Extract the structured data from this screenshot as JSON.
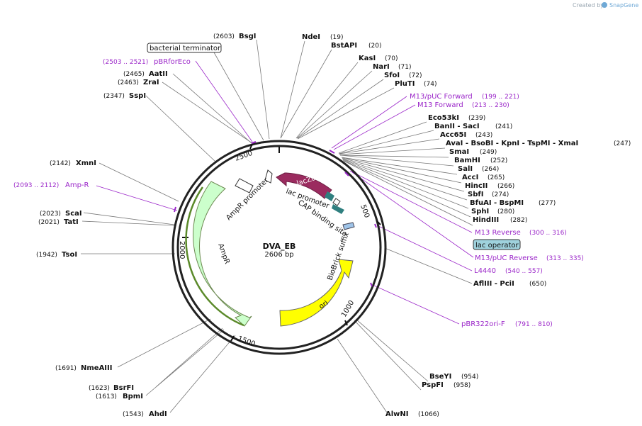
{
  "app": {
    "created_by_label": "Created by",
    "brand_name": "SnapGene",
    "brand_color": "#6fa9d6"
  },
  "plasmid": {
    "name": "DVA_EB",
    "size_label": "2606 bp"
  },
  "ruler": {
    "ticks": [
      "500",
      "1000",
      "1500",
      "2000",
      "2500"
    ]
  },
  "features": {
    "lacZa": "lacZα",
    "lac_promoter": "lac promoter",
    "cap_binding_site": "CAP binding site",
    "biobrick_suffix": "BioBrick suffix",
    "ori": "ori",
    "ampr": "AmpR",
    "ampr_promoter": "AmpR promoter",
    "bacterial_terminator": "bacterial terminator",
    "lac_operator": "lac operator"
  },
  "colors": {
    "lacZa": "#9b2b5f",
    "ori": "#ffff00",
    "ampr": "#ccffcc",
    "ampr_edge": "#5b8a2a",
    "primer": "#9b27c9",
    "lac_operator": "#9fd2dd",
    "cap_site": "#2f7f7f"
  },
  "labels": {
    "bsgi": {
      "name": "BsgI",
      "pos": "(2603)"
    },
    "ndei": {
      "name": "NdeI",
      "pos": "(19)"
    },
    "bstapi": {
      "name": "BstAPI",
      "pos": "(20)"
    },
    "kasi": {
      "name": "KasI",
      "pos": "(70)"
    },
    "nari": {
      "name": "NarI",
      "pos": "(71)"
    },
    "sfoi": {
      "name": "SfoI",
      "pos": "(72)"
    },
    "pluti": {
      "name": "PluTI",
      "pos": "(74)"
    },
    "eco53ki": {
      "name": "Eco53kI",
      "pos": "(239)"
    },
    "banii_saci": {
      "name": "BanII - SacI",
      "pos": "(241)"
    },
    "acc65i": {
      "name": "Acc65I",
      "pos": "(243)"
    },
    "multi247": {
      "name": "AvaI - BsoBI - KpnI - TspMI - XmaI",
      "pos": "(247)"
    },
    "smai": {
      "name": "SmaI",
      "pos": "(249)"
    },
    "bamhi": {
      "name": "BamHI",
      "pos": "(252)"
    },
    "sali": {
      "name": "SalI",
      "pos": "(264)"
    },
    "acci": {
      "name": "AccI",
      "pos": "(265)"
    },
    "hincii": {
      "name": "HincII",
      "pos": "(266)"
    },
    "sbfi": {
      "name": "SbfI",
      "pos": "(274)"
    },
    "bfuai_bspmi": {
      "name": "BfuAI - BspMI",
      "pos": "(277)"
    },
    "sphi": {
      "name": "SphI",
      "pos": "(280)"
    },
    "hindiii": {
      "name": "HindIII",
      "pos": "(282)"
    },
    "afliii_pcii": {
      "name": "AflIII - PciI",
      "pos": "(650)"
    },
    "bseyi": {
      "name": "BseYI",
      "pos": "(954)"
    },
    "pspfi": {
      "name": "PspFI",
      "pos": "(958)"
    },
    "alwni": {
      "name": "AlwNI",
      "pos": "(1066)"
    },
    "ahdi": {
      "name": "AhdI",
      "pos": "(1543)"
    },
    "bpmi": {
      "name": "BpmI",
      "pos": "(1613)"
    },
    "bsrfi": {
      "name": "BsrFI",
      "pos": "(1623)"
    },
    "nmeaiii": {
      "name": "NmeAIII",
      "pos": "(1691)"
    },
    "tsoi": {
      "name": "TsoI",
      "pos": "(1942)"
    },
    "tati": {
      "name": "TatI",
      "pos": "(2021)"
    },
    "scai": {
      "name": "ScaI",
      "pos": "(2023)"
    },
    "xmni": {
      "name": "XmnI",
      "pos": "(2142)"
    },
    "sspi": {
      "name": "SspI",
      "pos": "(2347)"
    },
    "zrai": {
      "name": "ZraI",
      "pos": "(2463)"
    },
    "aatii": {
      "name": "AatII",
      "pos": "(2465)"
    }
  },
  "primers": {
    "pbrforeco": {
      "name": "pBRforEco",
      "range": "(2503 .. 2521)"
    },
    "m13puc_fwd": {
      "name": "M13/pUC Forward",
      "range": "(199 .. 221)"
    },
    "m13_fwd": {
      "name": "M13 Forward",
      "range": "(213 .. 230)"
    },
    "m13_rev": {
      "name": "M13 Reverse",
      "range": "(300 .. 316)"
    },
    "m13puc_rev": {
      "name": "M13/pUC Reverse",
      "range": "(313 .. 335)"
    },
    "l4440": {
      "name": "L4440",
      "range": "(540 .. 557)"
    },
    "pbr322ori_f": {
      "name": "pBR322ori-F",
      "range": "(791 .. 810)"
    },
    "ampr": {
      "name": "Amp-R",
      "range": "(2093 .. 2112)"
    }
  }
}
